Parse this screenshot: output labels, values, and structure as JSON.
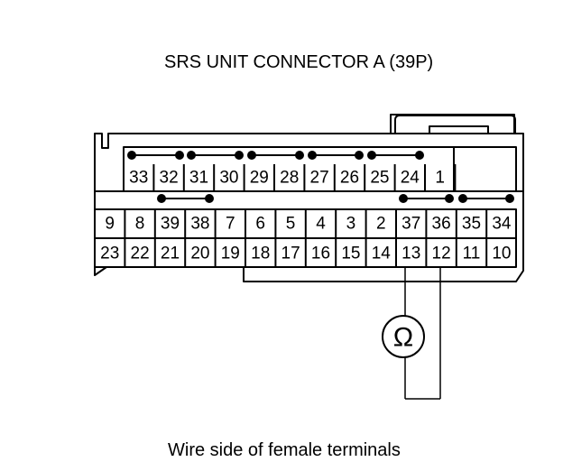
{
  "title": "SRS UNIT CONNECTOR A (39P)",
  "caption": "Wire side of female terminals",
  "meter_symbol": "Ω",
  "pins": {
    "row1": [
      "33",
      "32",
      "31",
      "30",
      "29",
      "28",
      "27",
      "26",
      "25",
      "24",
      "1"
    ],
    "row2": [
      "9",
      "8",
      "39",
      "38",
      "7",
      "6",
      "5",
      "4",
      "3",
      "2",
      "37",
      "36",
      "35",
      "34"
    ],
    "row3": [
      "23",
      "22",
      "21",
      "20",
      "19",
      "18",
      "17",
      "16",
      "15",
      "14",
      "13",
      "12",
      "11",
      "10"
    ]
  }
}
